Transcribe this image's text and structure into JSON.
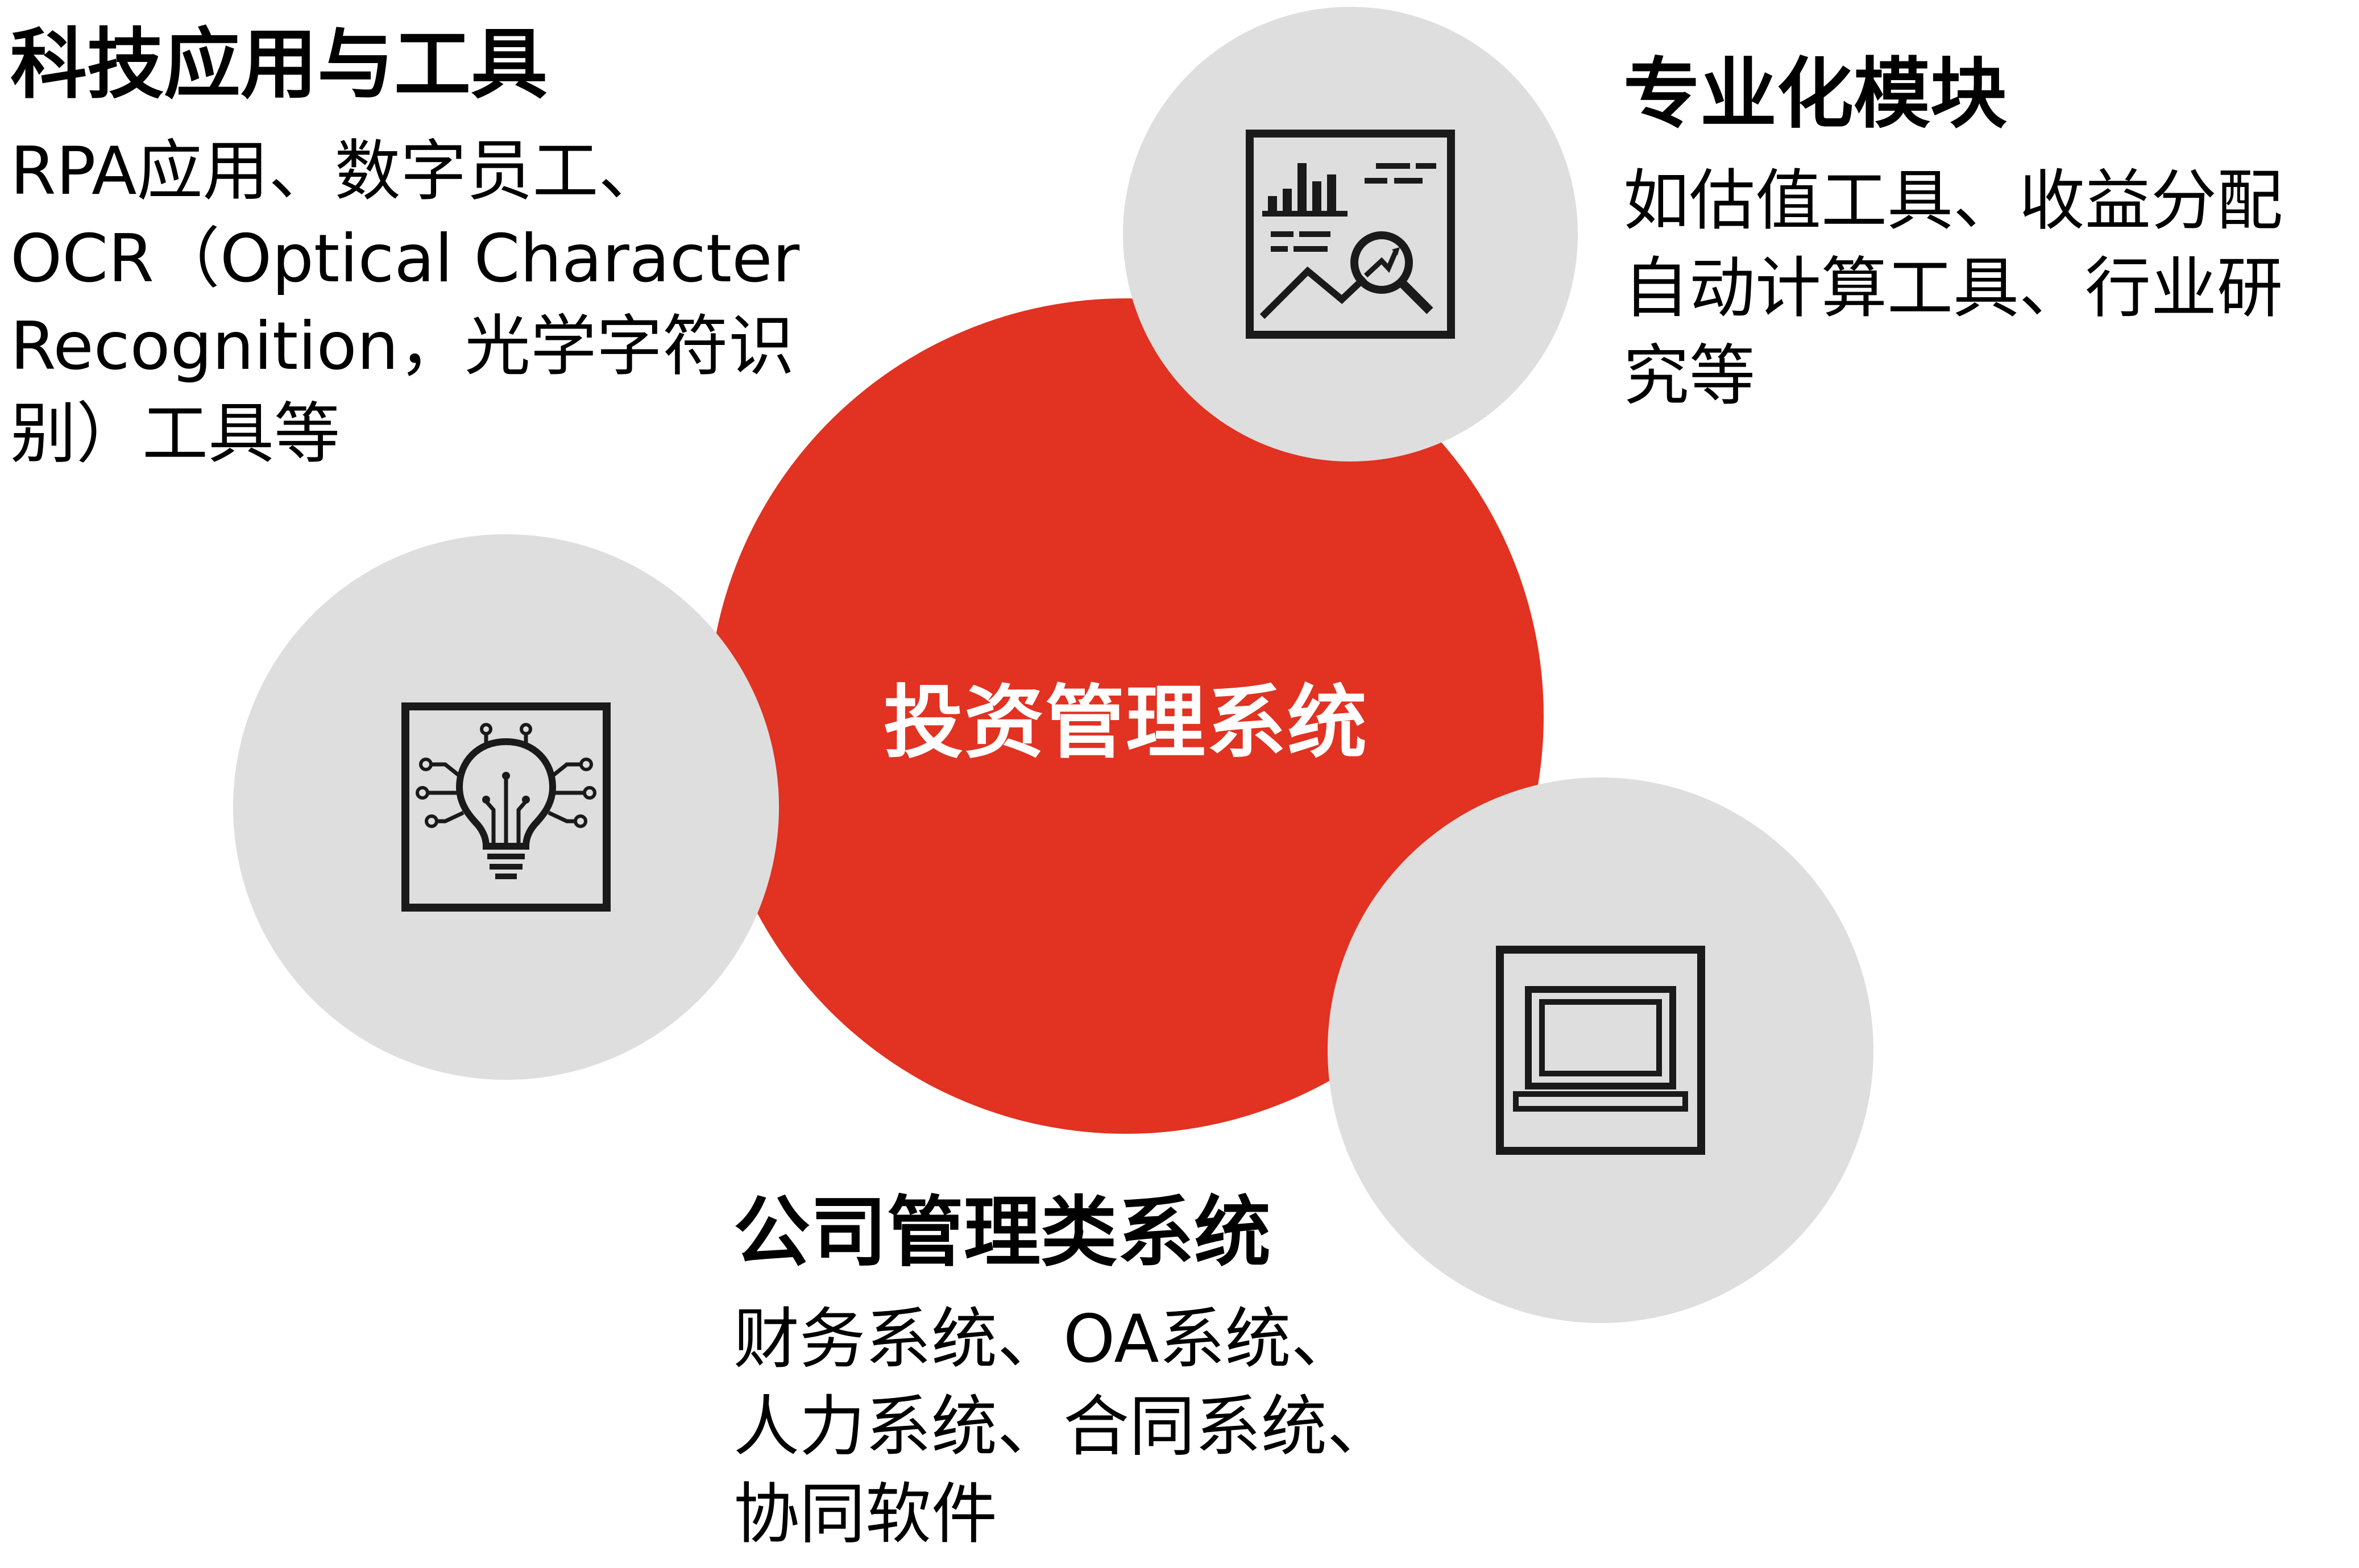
{
  "colors": {
    "accent": "#e13222",
    "circle_gray": "#dedede",
    "text": "#000000",
    "center_text": "#ffffff"
  },
  "center": {
    "label": "投资管理系统"
  },
  "tech": {
    "title": "科技应用与工具",
    "lines": [
      "RPA应用、数字员工、",
      "OCR（Optical Character",
      "Recognition，光学字符识",
      "别）工具等"
    ],
    "icon": "lightbulb-circuit-icon"
  },
  "pro": {
    "title": "专业化模块",
    "lines": [
      "如估值工具、收益分配",
      "自动计算工具、行业研",
      "究等"
    ],
    "icon": "analytics-report-icon"
  },
  "corp": {
    "title": "公司管理类系统",
    "lines": [
      "财务系统、OA系统、",
      "人力系统、合同系统、",
      "协同软件"
    ],
    "icon": "laptop-icon"
  }
}
